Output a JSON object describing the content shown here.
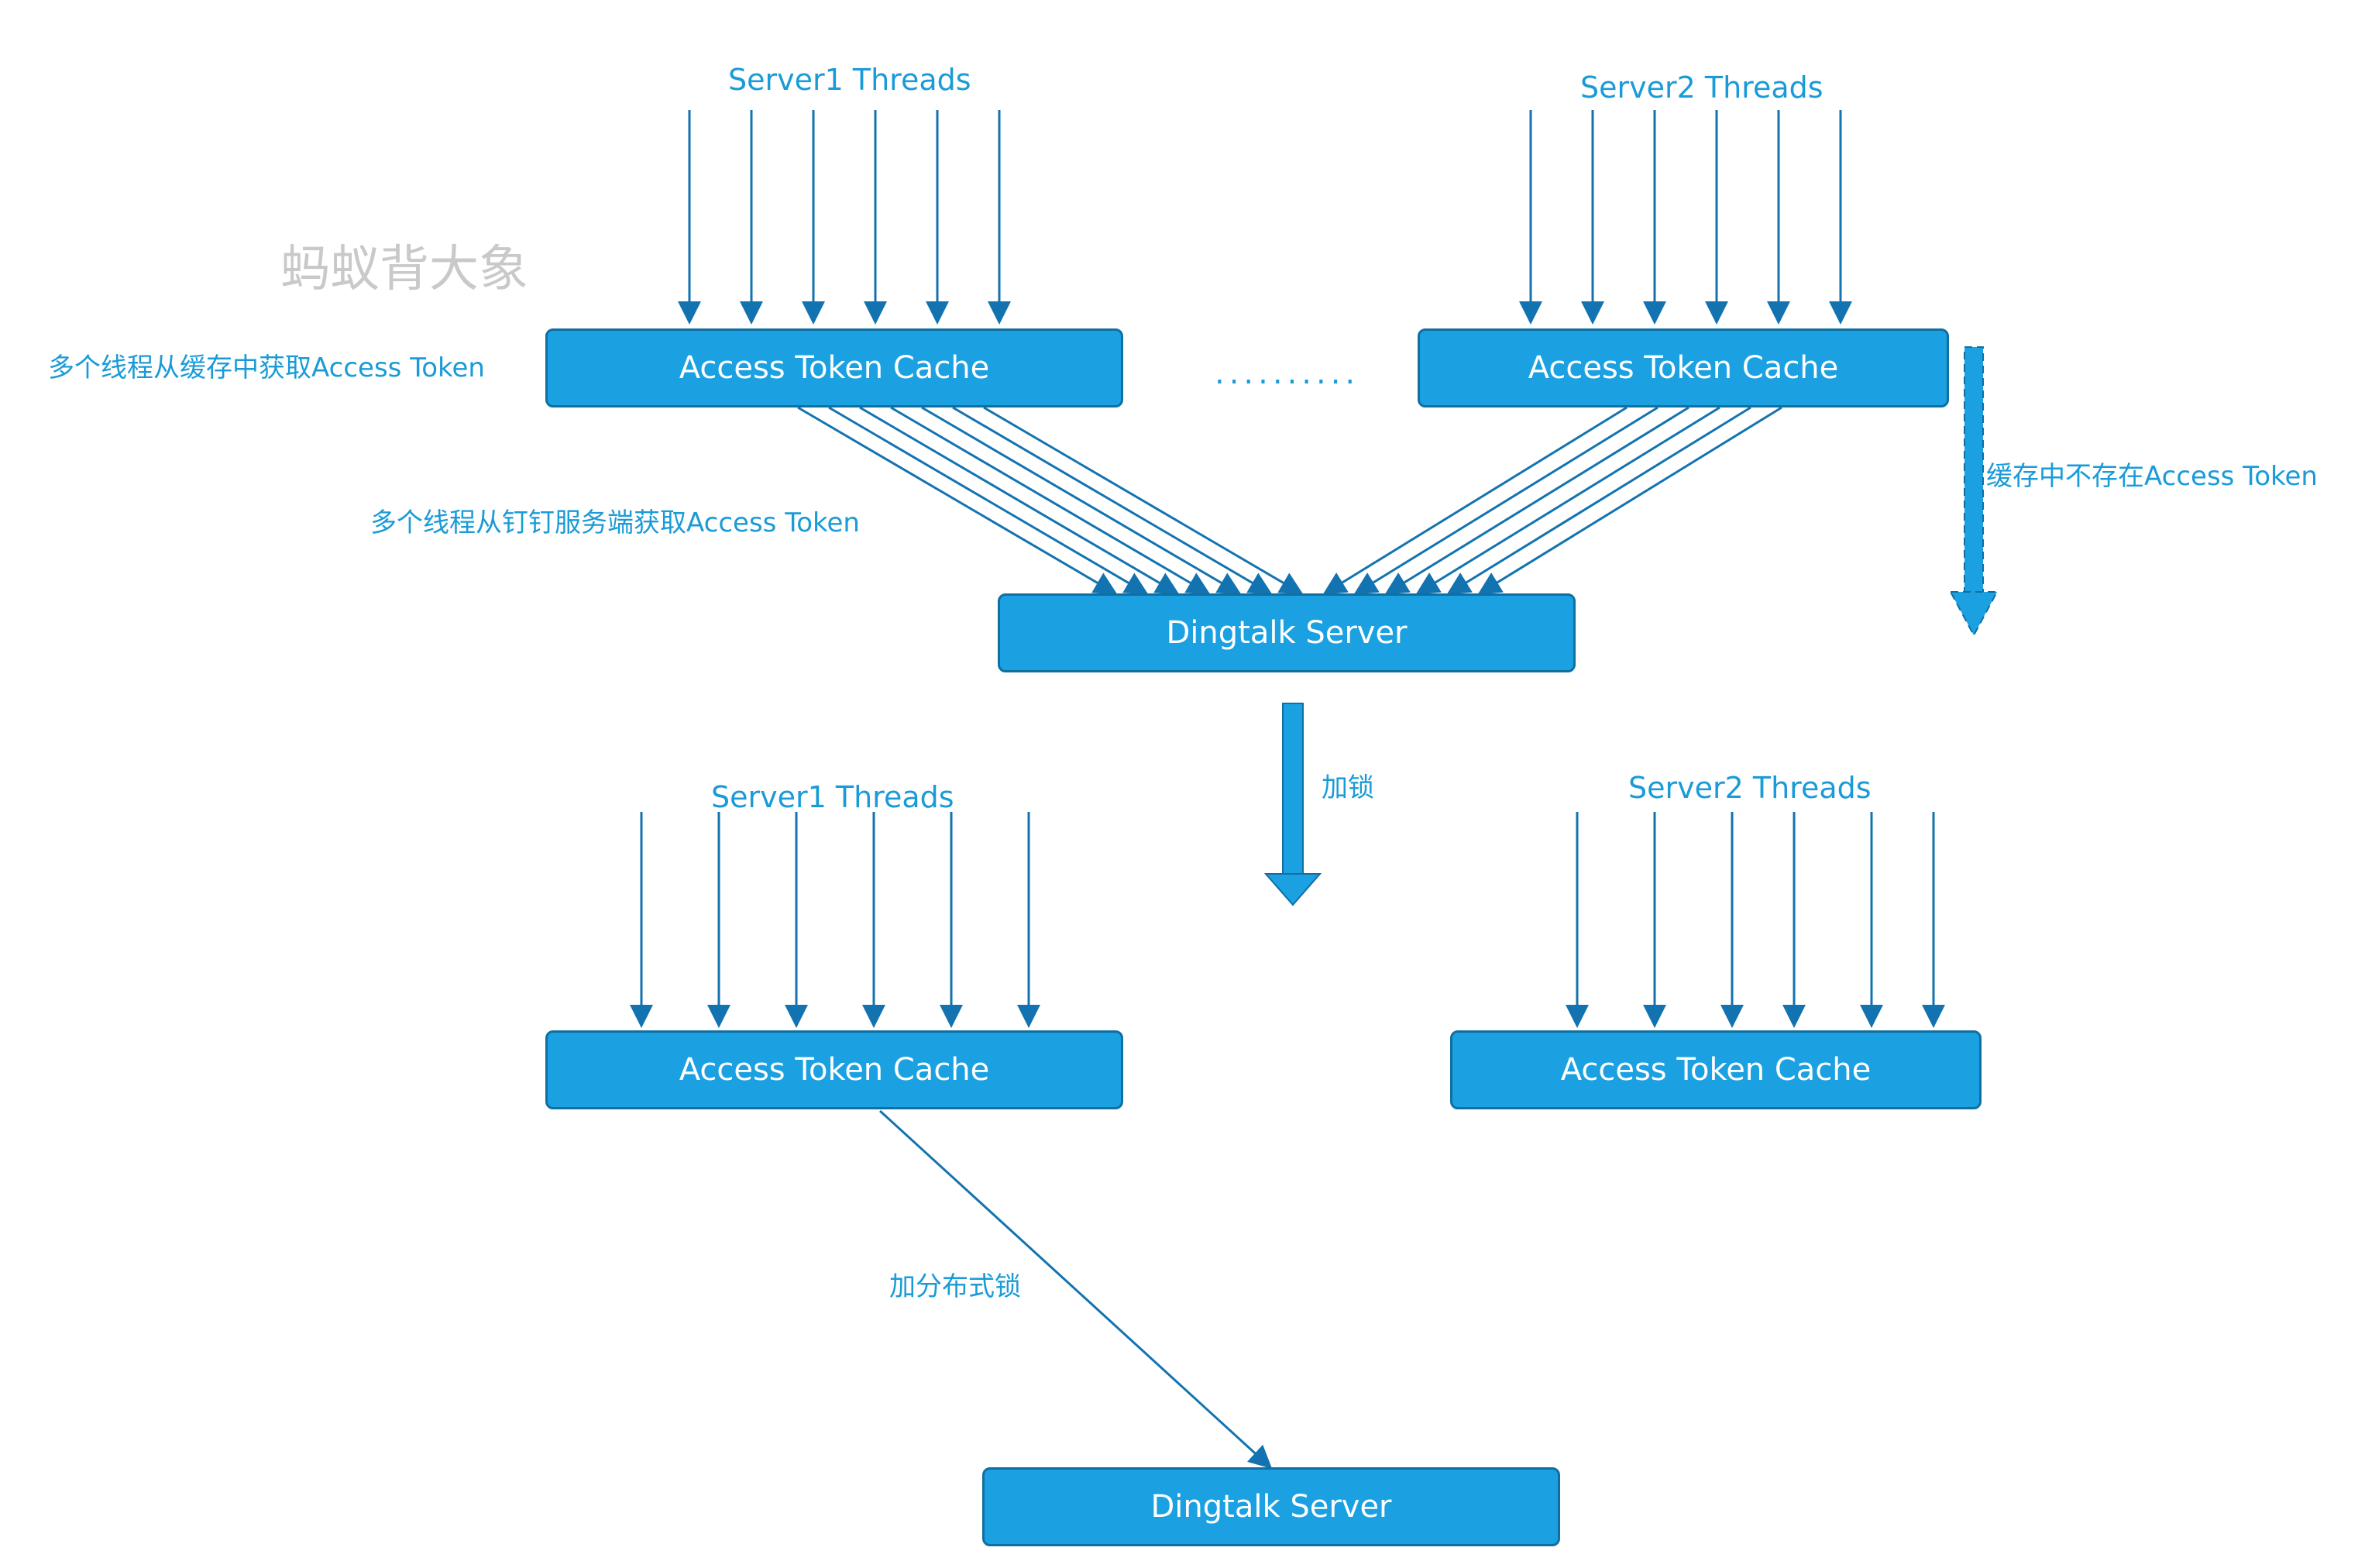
{
  "watermark": "蚂蚁背大象",
  "top": {
    "server1_title": "Server1 Threads",
    "server2_title": "Server2 Threads",
    "cache1_label": "Access Token Cache",
    "cache2_label": "Access Token Cache",
    "ellipsis": "..........",
    "server_label": "Dingtalk Server",
    "note_cache_read": "多个线程从缓存中获取Access Token",
    "note_server_fetch": "多个线程从钉钉服务端获取Access Token",
    "note_cache_miss": "缓存中不存在Access Token"
  },
  "transition": {
    "label": "加锁"
  },
  "bottom": {
    "server1_title": "Server1 Threads",
    "server2_title": "Server2 Threads",
    "cache1_label": "Access Token Cache",
    "cache2_label": "Access Token Cache",
    "server_label": "Dingtalk Server",
    "note_lock": "加分布式锁"
  },
  "colors": {
    "arrow": "#1273b0",
    "box_fill": "#1ba1e2",
    "box_border": "#0f6fa1",
    "text": "#1a9bd7",
    "watermark": "#c9c9c9"
  }
}
